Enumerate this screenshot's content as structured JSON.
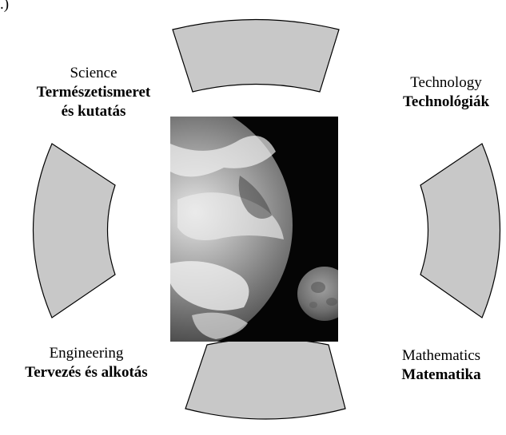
{
  "corner_mark": ".)",
  "quadrants": {
    "science": {
      "en": "Science",
      "hu_line1": "Természetismeret",
      "hu_line2": "és kutatás"
    },
    "technology": {
      "en": "Technology",
      "hu": "Technológiák"
    },
    "engineering": {
      "en": "Engineering",
      "hu": "Tervezés és alkotás"
    },
    "mathematics": {
      "en": "Mathematics",
      "hu": "Matematika"
    }
  },
  "colors": {
    "segment_fill": "#c8c8c8",
    "segment_stroke": "#000000",
    "space": "#050505"
  },
  "image": {
    "subject": "earth-and-moon-photo"
  }
}
